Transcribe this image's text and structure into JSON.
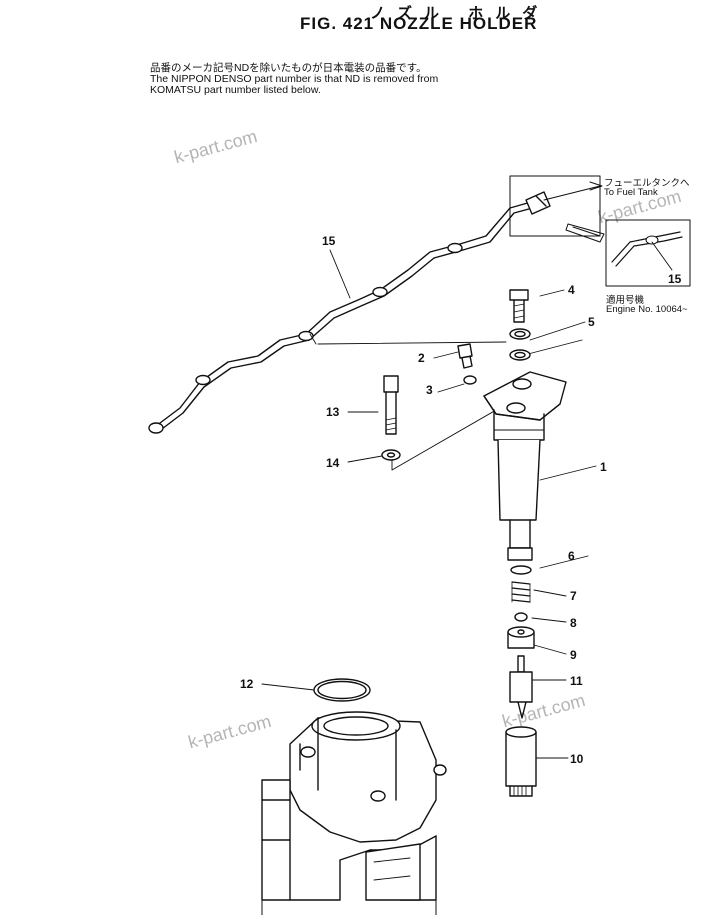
{
  "header": {
    "title_jp": "ノズル ホルダ",
    "title": "FIG. 421  NOZZLE  HOLDER"
  },
  "note": {
    "line_jp": "品番のメーカ記号NDを除いたものが日本電装の品番です。",
    "line1": "The NIPPON DENSO part number is that ND is removed from",
    "line2": "KOMATSU part number listed below."
  },
  "watermark": "k-part.com",
  "inset": {
    "label_jp_tank": "フューエルタンクへ",
    "label_tank": "To Fuel Tank",
    "label_jp_serial": "適用号機",
    "label_serial": "Engine No. 10064~"
  },
  "callouts": {
    "c1": "1",
    "c2": "2",
    "c3": "3",
    "c4": "4",
    "c5": "5",
    "c6": "6",
    "c7": "7",
    "c8": "8",
    "c9": "9",
    "c10": "10",
    "c11": "11",
    "c12": "12",
    "c13": "13",
    "c14": "14",
    "c15": "15",
    "c15b": "15"
  }
}
